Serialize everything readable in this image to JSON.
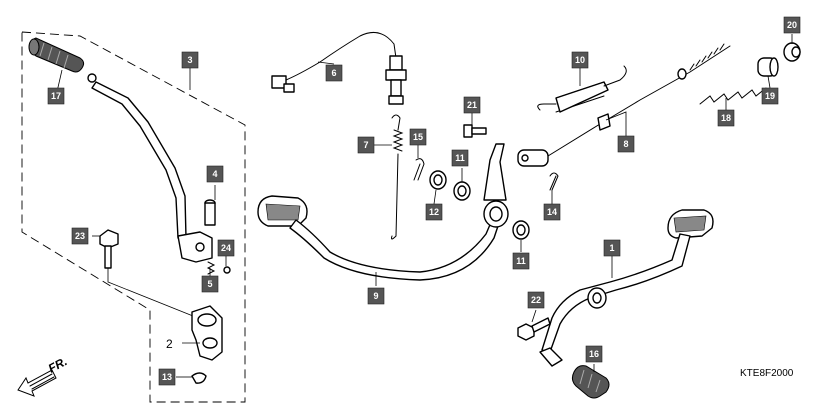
{
  "labels": {
    "l1": "1",
    "l2": "2",
    "l3": "3",
    "l4": "4",
    "l5": "5",
    "l6": "6",
    "l7": "7",
    "l8": "8",
    "l9": "9",
    "l10": "10",
    "l11a": "11",
    "l11b": "11",
    "l12": "12",
    "l13": "13",
    "l14": "14",
    "l15": "15",
    "l16": "16",
    "l17": "17",
    "l18": "18",
    "l19": "19",
    "l20": "20",
    "l21": "21",
    "l22": "22",
    "l23": "23",
    "l24": "24"
  },
  "front_indicator": "FR.",
  "diagram_code": "KTE8F2000"
}
